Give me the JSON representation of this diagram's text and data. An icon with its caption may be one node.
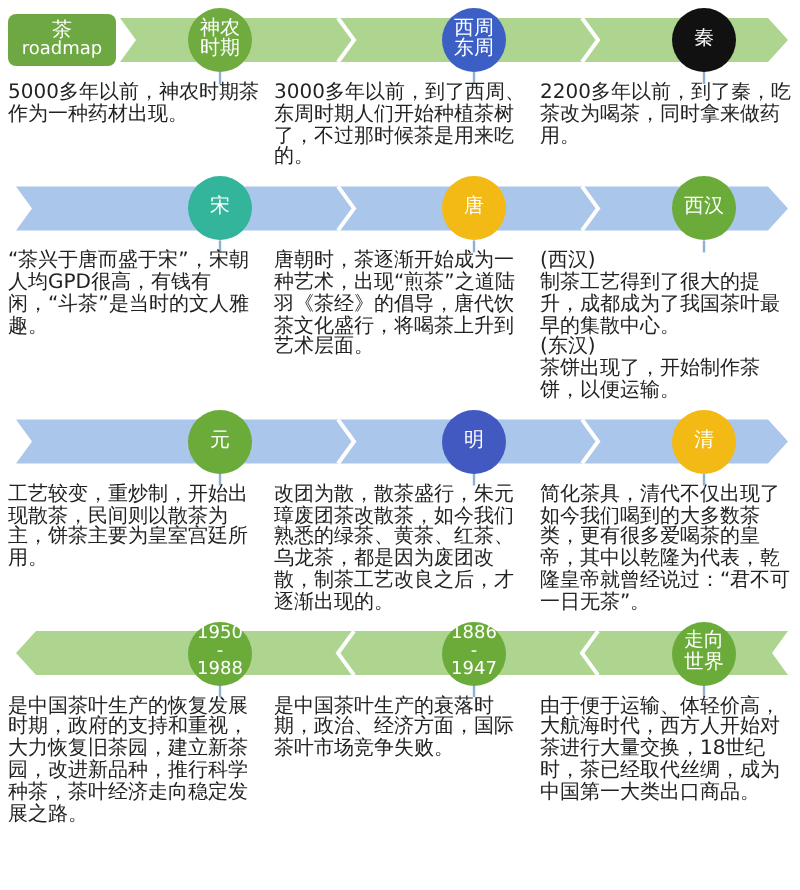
{
  "diagram": {
    "nodes": [
      {
        "text": [
          "茶",
          "roadmap"
        ]
      },
      {
        "text": [
          "神农时期"
        ]
      },
      {
        "text": [
          "西周东周"
        ]
      },
      {
        "text": [
          "秦"
        ]
      },
      {
        "text": [
          "5000多年以前，神农时期茶作为一种药材出现。"
        ]
      },
      {
        "text": [
          "3000多年以前，到了西周、东周时期人们开始种植茶树了，不过那时候茶是用来吃的。"
        ]
      },
      {
        "text": [
          "2200多年以前，到了秦，吃茶改为喝茶，同时拿来做药用。"
        ]
      },
      {
        "text": [
          "宋"
        ]
      },
      {
        "text": [
          "唐"
        ]
      },
      {
        "text": [
          "西汉"
        ]
      },
      {
        "text": [
          "“茶兴于唐而盛于宋”，宋朝人均GPD很高，有钱有闲，“斗茶”是当时的文人雅趣。"
        ]
      },
      {
        "text": [
          "唐朝时，茶逐渐开始成为一种艺术，出现“煎茶”之道陆羽《茶经》的倡导，唐代饮茶文化盛行，将喝茶上升到艺术层面。"
        ]
      },
      {
        "text": [
          "(西汉)",
          "制茶工艺得到了很大的提升，成都成为了我国茶叶最早的集散中心。",
          "(东汉)",
          "茶饼出现了，开始制作茶饼，以便运输。"
        ]
      },
      {
        "text": [
          "元"
        ]
      },
      {
        "text": [
          "明"
        ]
      },
      {
        "text": [
          "清"
        ]
      },
      {
        "text": [
          "工艺较变，重炒制，开始出现散茶，民间则以散茶为主，饼茶主要为皇室宫廷所用。"
        ]
      },
      {
        "text": [
          "改团为散，散茶盛行，朱元璋废团茶改散茶，如今我们熟悉的绿茶、黄茶、红茶、乌龙茶，都是因为废团改散，制茶工艺改良之后，才逐渐出现的。"
        ]
      },
      {
        "text": [
          "简化茶具，清代不仅出现了如今我们喝到的大多数茶类，更有很多爱喝茶的皇帝，其中以乾隆为代表，乾隆皇帝就曾经说过：“君不可一日无茶”。"
        ]
      },
      {
        "text": [
          "1950 - 1988"
        ]
      },
      {
        "text": [
          "1886 - 1947"
        ]
      },
      {
        "text": [
          "走向世界"
        ]
      },
      {
        "text": [
          "是中国茶叶生产的恢复发展时期，政府的支持和重视，大力恢复旧茶园，建立新茶园，改进新品种，推行科学种茶，茶叶经济走向稳定发展之路。"
        ]
      },
      {
        "text": [
          "是中国茶叶生产的衰落时期，政治、经济方面，国际茶叶市场竞争失败。"
        ]
      },
      {
        "text": [
          "由于便于运输、体轻价高，大航海时代，西方人开始对茶进行大量交换，18世纪时，茶已经取代丝绸，成为中国第一大类出口商品。"
        ]
      }
    ],
    "edges": [
      {
        "from": 1,
        "to": 4,
        "arrow": "none"
      },
      {
        "from": 2,
        "to": 5,
        "arrow": "none"
      },
      {
        "from": 3,
        "to": 6,
        "arrow": "none"
      },
      {
        "from": 7,
        "to": 10,
        "arrow": "none"
      },
      {
        "from": 8,
        "to": 11,
        "arrow": "none"
      },
      {
        "from": 9,
        "to": 12,
        "arrow": "none"
      },
      {
        "from": 13,
        "to": 16,
        "arrow": "none"
      },
      {
        "from": 14,
        "to": 17,
        "arrow": "none"
      },
      {
        "from": 15,
        "to": 18,
        "arrow": "none"
      },
      {
        "from": 19,
        "to": 22,
        "arrow": "none"
      },
      {
        "from": 20,
        "to": 23,
        "arrow": "none"
      },
      {
        "from": 21,
        "to": 24,
        "arrow": "none"
      }
    ]
  }
}
